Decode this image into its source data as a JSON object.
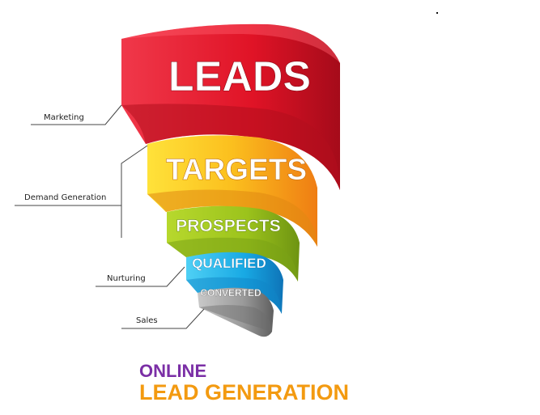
{
  "funnel": {
    "tiers": [
      {
        "label": "LEADS",
        "color": "#e3182e"
      },
      {
        "label": "TARGETS",
        "color": "#f7a81b"
      },
      {
        "label": "PROSPECTS",
        "color": "#9cc31c"
      },
      {
        "label": "QUALIFIED",
        "color": "#1aa9e3"
      },
      {
        "label": "CONVERTED",
        "color": "#9a9a9a"
      }
    ]
  },
  "stages": [
    {
      "label": "Marketing"
    },
    {
      "label": "Demand Generation"
    },
    {
      "label": "Nurturing"
    },
    {
      "label": "Sales"
    }
  ],
  "title": {
    "line1": "ONLINE",
    "line2": "LEAD GENERATION",
    "line1_color": "#7b2fa6",
    "line2_color": "#f39a10"
  }
}
